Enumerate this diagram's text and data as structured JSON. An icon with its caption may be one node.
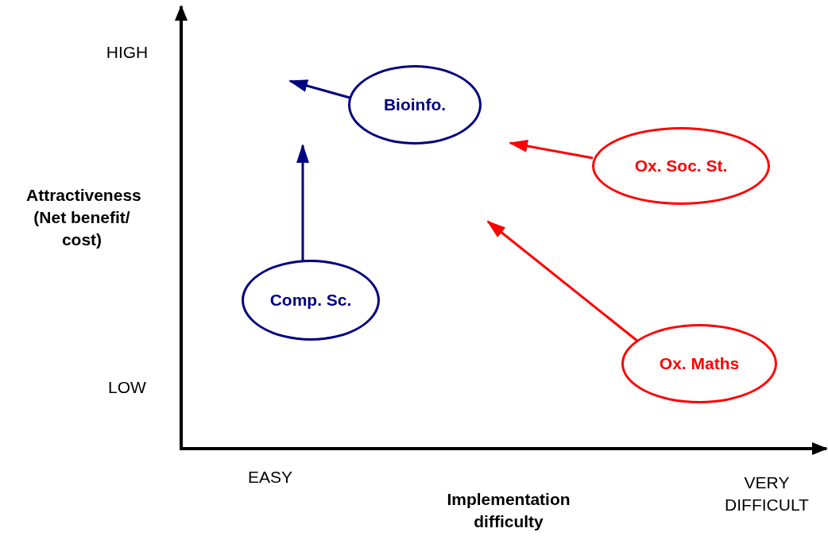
{
  "diagram": {
    "nodes": [
      {
        "text": [
          "Bioinfo."
        ]
      },
      {
        "text": [
          "Ox. Soc. St."
        ]
      },
      {
        "text": [
          "Comp. Sc."
        ]
      },
      {
        "text": [
          "Ox. Maths"
        ]
      }
    ],
    "edges": [
      {
        "from": 0,
        "to": null,
        "arrow": "to",
        "color": "#000080"
      },
      {
        "from": 2,
        "to": null,
        "arrow": "to",
        "color": "#000080"
      },
      {
        "from": 1,
        "to": null,
        "arrow": "to",
        "color": "#ff0000"
      },
      {
        "from": 3,
        "to": null,
        "arrow": "to",
        "color": "#ff0000"
      }
    ],
    "labels": [
      "HIGH",
      "Attractiveness (Net benefit/ cost)",
      "LOW",
      "EASY",
      "Implementation difficulty",
      "VERY DIFFICULT"
    ]
  }
}
